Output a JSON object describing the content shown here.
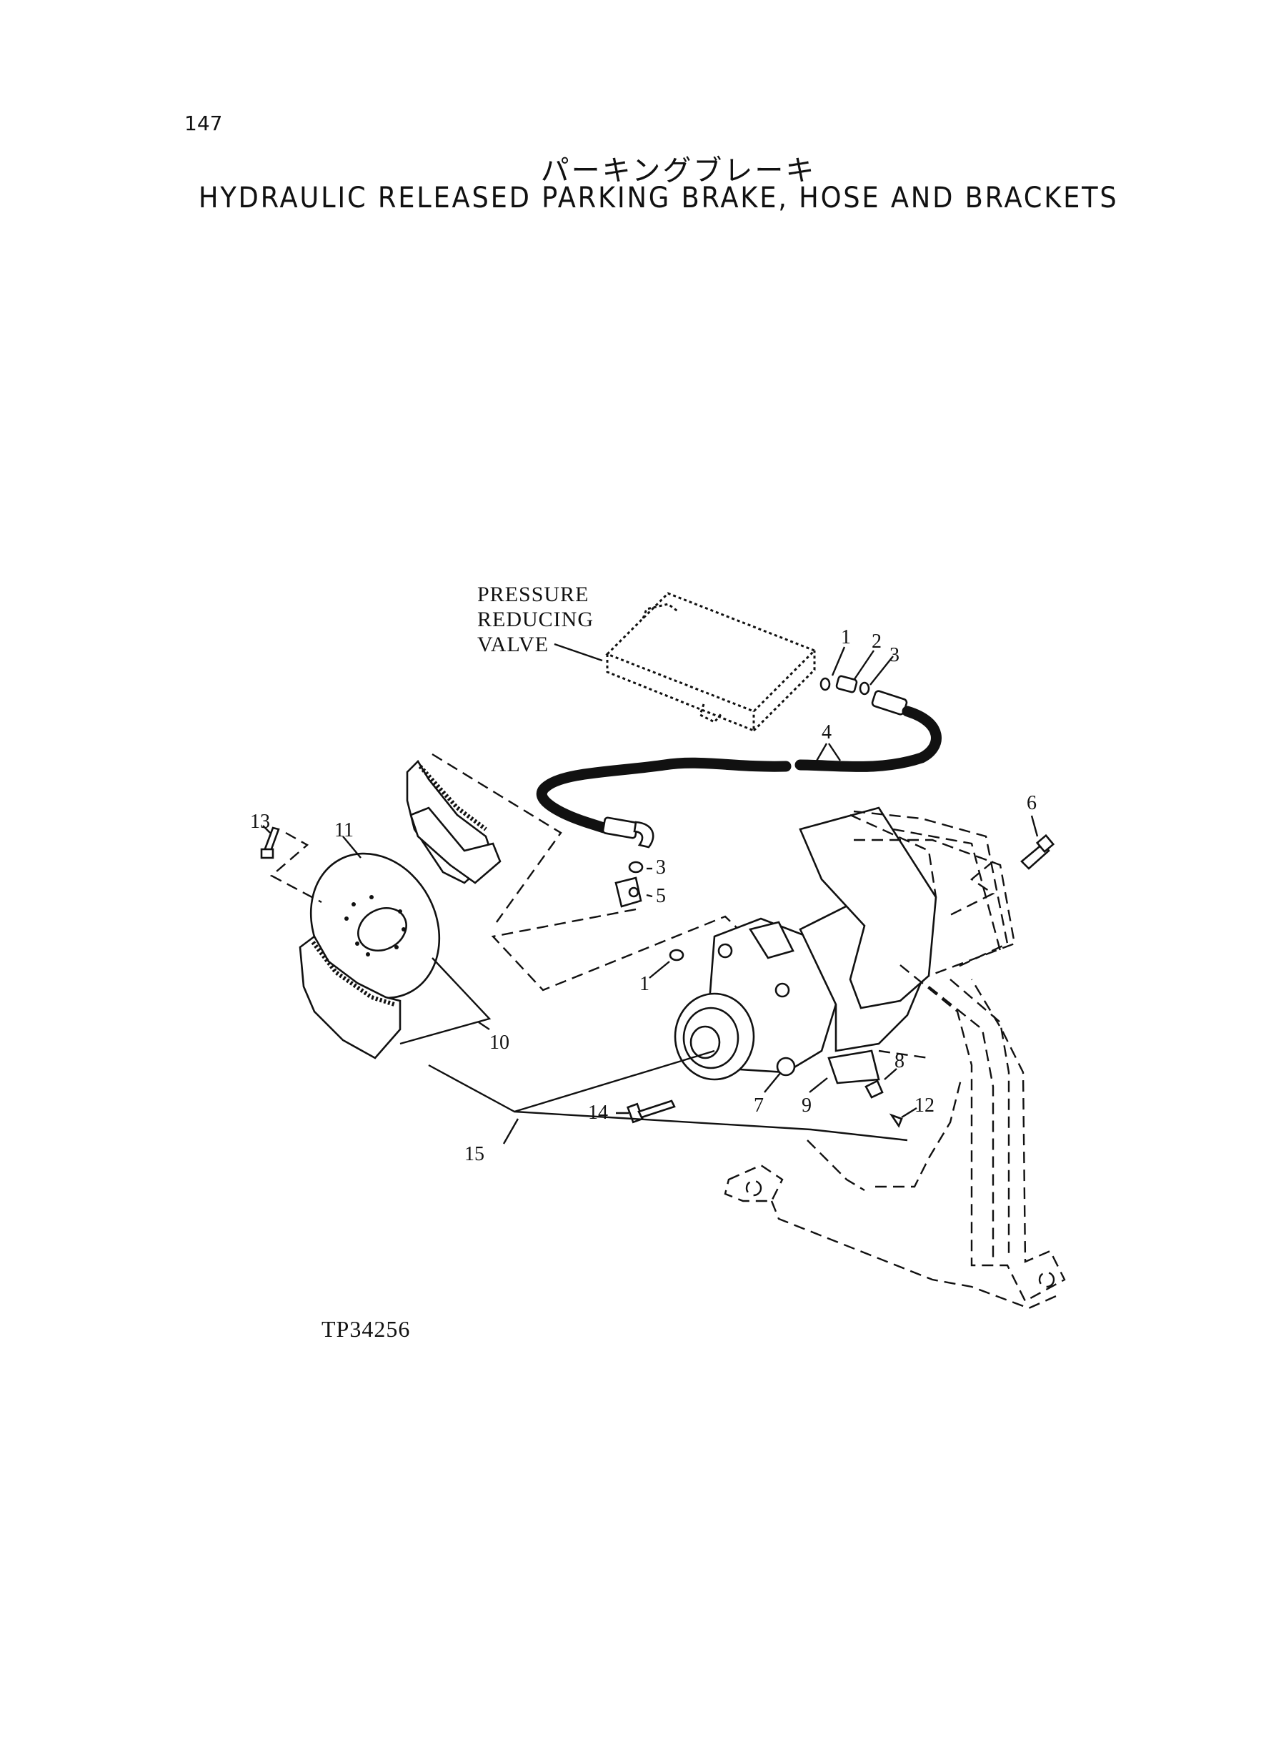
{
  "page": {
    "number": "147",
    "title_jp": "パーキングブレーキ",
    "title_en": "HYDRAULIC RELEASED PARKING BRAKE, HOSE AND BRACKETS"
  },
  "diagram": {
    "valve_label": [
      "PRESSURE",
      "REDUCING",
      "VALVE"
    ],
    "callouts": {
      "c1a": "1",
      "c2": "2",
      "c3a": "3",
      "c4": "4",
      "c3b": "3",
      "c5": "5",
      "c1b": "1",
      "c6": "6",
      "c7": "7",
      "c8": "8",
      "c9": "9",
      "c10": "10",
      "c11": "11",
      "c12": "12",
      "c13": "13",
      "c14": "14",
      "c15": "15"
    },
    "figure_code": "TP34256"
  }
}
